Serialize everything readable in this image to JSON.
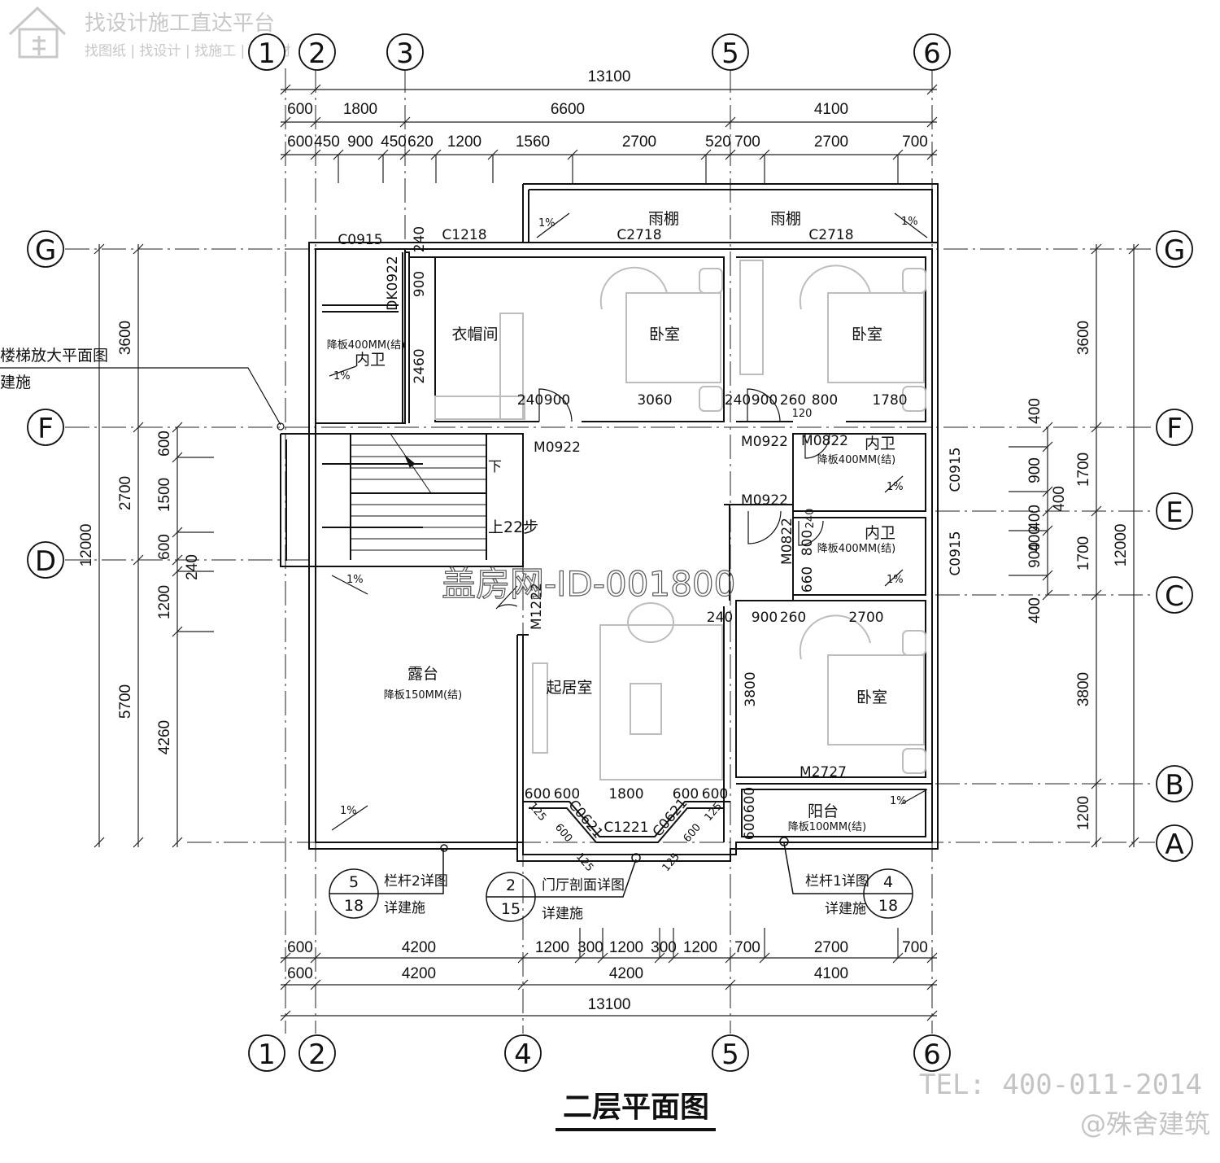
{
  "header": {
    "brand_line": "找设计施工直达平台",
    "brand_sub": "找图纸 | 找设计 | 找施工 | 找建材"
  },
  "plan": {
    "title": "二层平面图",
    "watermark": "盖房网-ID-001800",
    "tel": "TEL: 400-011-2014",
    "signature": "@殊舍建筑"
  },
  "axes_top": [
    "1",
    "2",
    "3",
    "5",
    "6"
  ],
  "axes_bottom": [
    "1",
    "2",
    "4",
    "5",
    "6"
  ],
  "axes_left": [
    "G",
    "F",
    "D"
  ],
  "axes_right": [
    "G",
    "F",
    "E",
    "C",
    "B",
    "A"
  ],
  "dims_top": {
    "total": "13100",
    "row2": [
      "600",
      "1800",
      "6600",
      "4100"
    ],
    "row3": [
      "600",
      "450",
      "900",
      "450",
      "620",
      "1200",
      "1560",
      "2700",
      "520",
      "700",
      "2700",
      "700"
    ]
  },
  "dims_bottom": {
    "row1": [
      "600",
      "4200",
      "1200",
      "300",
      "1200",
      "300",
      "1200",
      "700",
      "2700",
      "700"
    ],
    "row2": [
      "600",
      "4200",
      "4200",
      "4100"
    ],
    "total": "13100"
  },
  "dims_left": {
    "total": "12000",
    "outer": [
      "3600",
      "2700",
      "5700"
    ],
    "inner": [
      "600",
      "1500",
      "600",
      "240",
      "1200",
      "4260"
    ]
  },
  "dims_right": {
    "total": "12000",
    "outer": [
      "3600",
      "1700",
      "1700",
      "3800",
      "1200"
    ],
    "inner": [
      "400",
      "900",
      "400",
      "400",
      "900",
      "400"
    ],
    "extra": "400"
  },
  "rooms": {
    "canopy_1": "雨棚",
    "canopy_2": "雨棚",
    "closet": "衣帽间",
    "bedroom_1": "卧室",
    "bedroom_2": "卧室",
    "bath_1": "内卫",
    "bath_1_note": "降板400MM(结)",
    "bath_2": "内卫",
    "bath_2_note": "降板400MM(结)",
    "bath_3": "内卫",
    "bath_3_note": "降板400MM(结)",
    "terrace": "露台",
    "terrace_note": "降板150MM(结)",
    "living": "起居室",
    "bedroom_3": "卧室",
    "balcony": "阳台",
    "balcony_note": "降板100MM(结)"
  },
  "labels": {
    "c0915_a": "C0915",
    "c1218": "C1218",
    "c2718_a": "C2718",
    "c2718_b": "C2718",
    "dk0922": "DK0922",
    "m0922_a": "M0922",
    "m0922_b": "M0922",
    "m0922_c": "M0922",
    "m0822_a": "M0822",
    "m0822_b": "M0822",
    "c0915_b": "C0915",
    "c0915_c": "C0915",
    "m1222": "M1222",
    "m2727": "M2727",
    "c0621_a": "C0621",
    "c0621_b": "C0621",
    "c1221": "C1221",
    "d240": "240",
    "d900v": "900",
    "d2460": "2460",
    "d240b": "240",
    "d900a": "900",
    "d3060": "3060",
    "d240c": "240",
    "d900b": "900",
    "d260": "260",
    "d800": "800",
    "d1780": "1780",
    "d120": "120",
    "d240d": "240",
    "d900c": "900",
    "d260b": "260",
    "d2700": "2700",
    "d3800": "3800",
    "d600a": "600",
    "d600b": "600",
    "d1800": "1800",
    "d600c": "600",
    "d600d": "600",
    "d125a": "125",
    "d600e": "600",
    "d125b": "125",
    "d125c": "125",
    "d600f": "600",
    "d125d": "125",
    "d600g": "600",
    "d600h": "600",
    "d240e": "240",
    "d800b": "800",
    "d660": "660",
    "stair_down": "下",
    "stair_up": "上22步",
    "slope": "1%"
  },
  "callouts": {
    "stair_ref": "楼梯放大平面图",
    "stair_ref_sub": "建施",
    "c5_num": "5",
    "c5_den": "18",
    "c5_title": "栏杆2详图",
    "c5_sub": "详建施",
    "c2_num": "2",
    "c2_den": "15",
    "c2_title": "门厅剖面详图",
    "c2_sub": "详建施",
    "c4_num": "4",
    "c4_den": "18",
    "c4_title": "栏杆1详图",
    "c4_sub": "详建施"
  }
}
